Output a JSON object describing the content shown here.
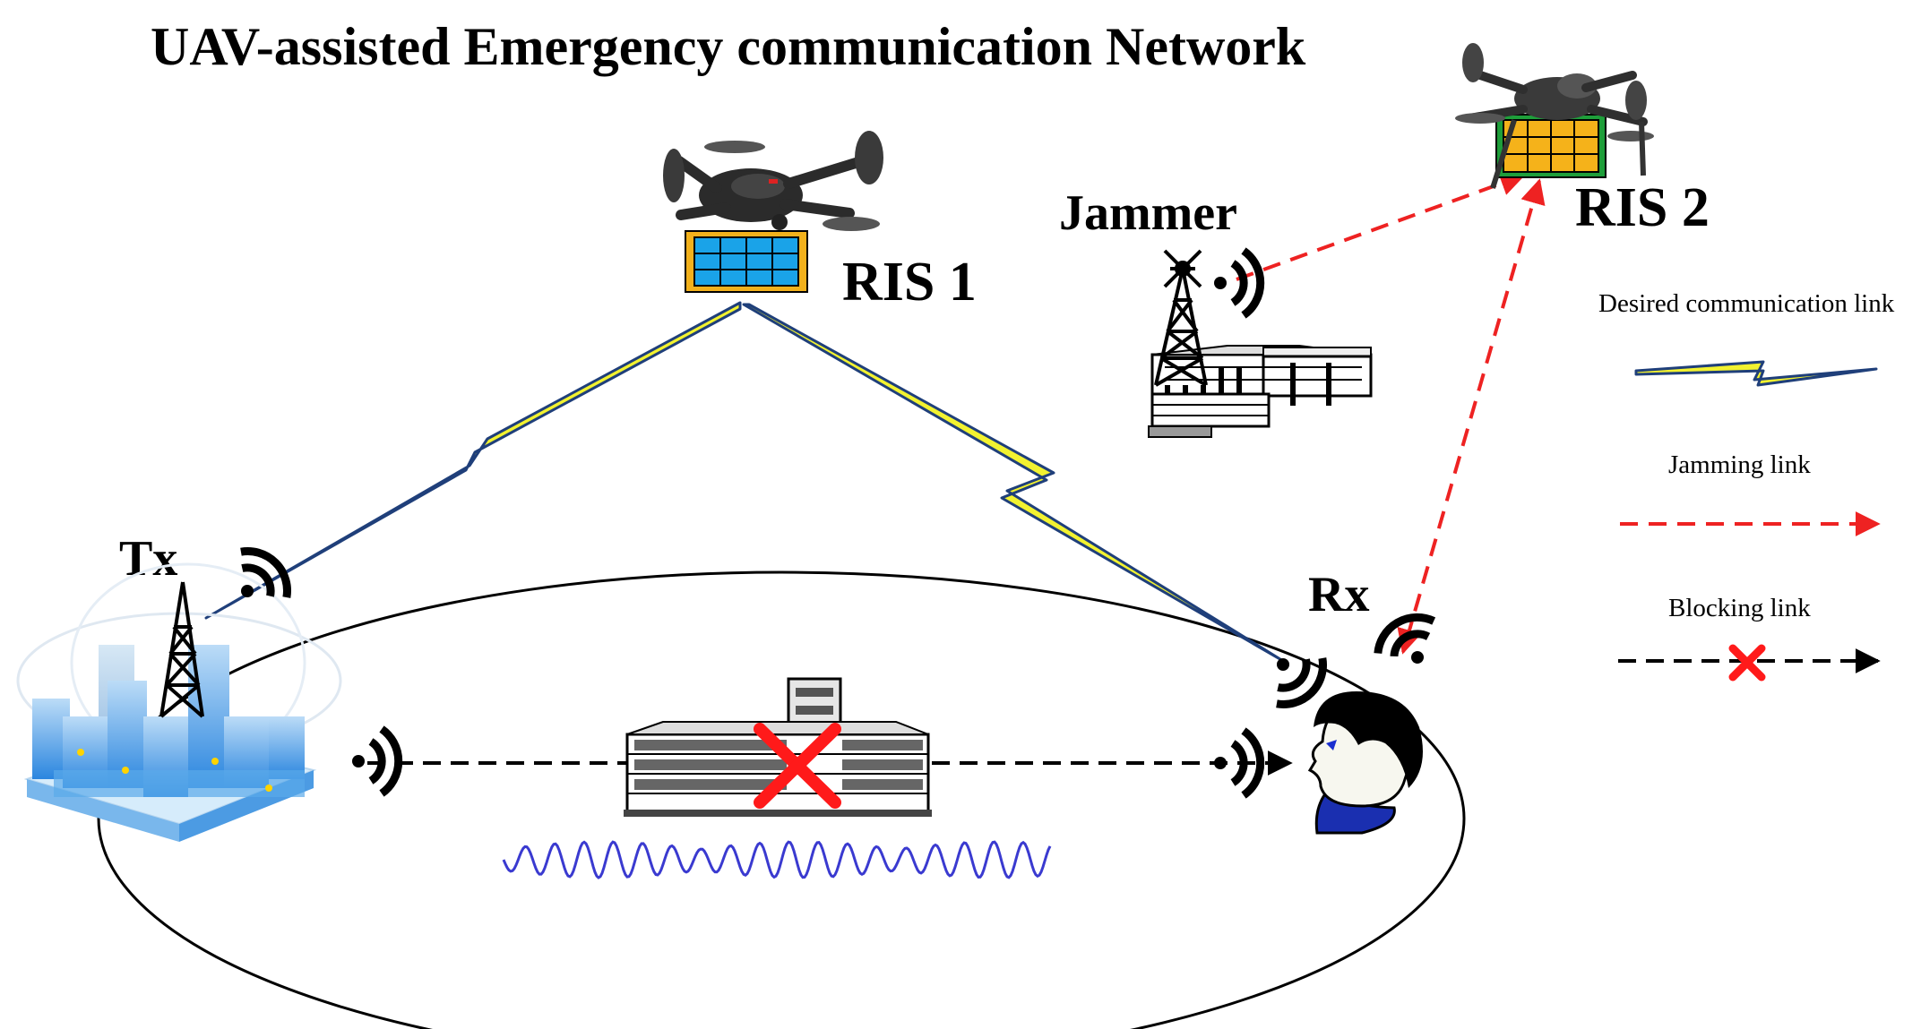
{
  "title": "UAV-assisted Emergency communication Network",
  "labels": {
    "ris1": "RIS 1",
    "ris2": "RIS 2",
    "jammer": "Jammer",
    "tx": "Tx",
    "rx": "Rx"
  },
  "legend": {
    "desired": "Desired communication link",
    "jamming": "Jamming  link",
    "blocking": "Blocking  link"
  },
  "colors": {
    "desired_outline": "#1f3f7a",
    "desired_fill": "#f2f230",
    "jamming": "#ee2222",
    "blocking": "#000000",
    "blocked_x": "#ff1a1a",
    "ris1_fill": "#1aa3e8",
    "ris1_frame": "#f2b11c",
    "ris2_fill": "#f5b21a",
    "ris2_frame": "#1e9e3a",
    "city_blue": "#4aa3e8",
    "waveform": "#3a3ad0"
  },
  "icons": [
    "drone-icon",
    "ris-panel-icon",
    "radio-tower-icon",
    "factory-icon",
    "building-icon",
    "wifi-signal-icon",
    "person-head-icon",
    "city-icon",
    "waveform-icon",
    "blocked-x-icon"
  ]
}
